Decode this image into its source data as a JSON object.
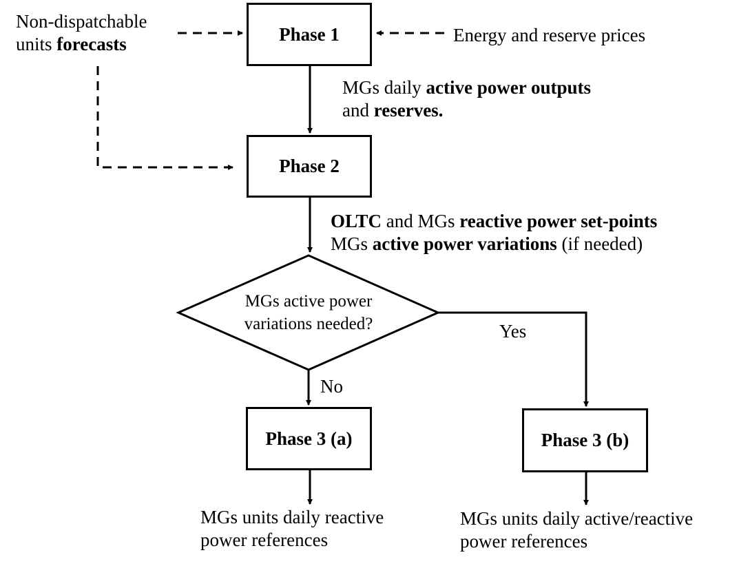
{
  "nodes": {
    "phase1": "Phase 1",
    "phase2": "Phase 2",
    "phase3a": "Phase 3 (a)",
    "phase3b": "Phase 3 (b)",
    "decision_line1": "MGs active power",
    "decision_line2": "variations needed?"
  },
  "inputs": {
    "forecasts_line1": "Non-dispatchable",
    "forecasts_line2_plain": "units ",
    "forecasts_line2_bold": "forecasts",
    "prices": "Energy and reserve prices"
  },
  "labels": {
    "p1_out_line1_plain": "MGs daily ",
    "p1_out_line1_bold": "active power outputs",
    "p1_out_line2_plain": "and ",
    "p1_out_line2_bold": "reserves.",
    "p2_out_line1_bold_a": "OLTC",
    "p2_out_line1_plain": " and MGs ",
    "p2_out_line1_bold_b": "reactive power set-points",
    "p2_out_line2_plain_a": "MGs ",
    "p2_out_line2_bold": "active power variations",
    "p2_out_line2_plain_b": " (if needed)",
    "yes": "Yes",
    "no": "No"
  },
  "outputs": {
    "a_line1": "MGs units daily reactive",
    "a_line2": "power references",
    "b_line1": "MGs units daily active/reactive",
    "b_line2": "power references"
  }
}
